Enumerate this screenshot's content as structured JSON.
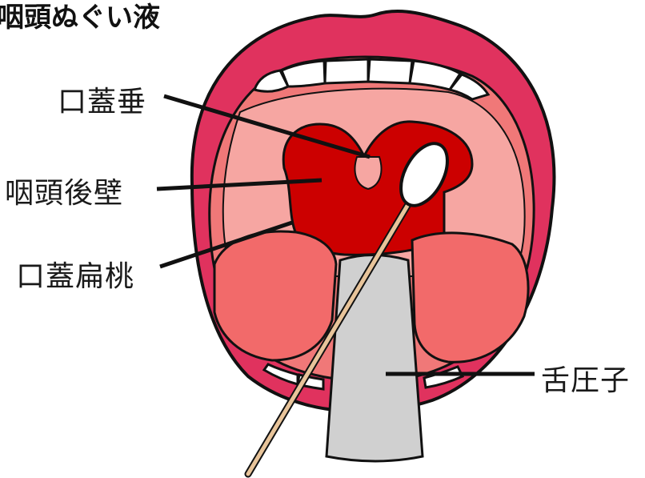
{
  "title": "咽頭ぬぐい液",
  "labels": {
    "uvula": "口蓋垂",
    "posterior_pharyngeal_wall": "咽頭後壁",
    "palatine_tonsil": "口蓋扁桃",
    "tongue_depressor": "舌圧子"
  },
  "colors": {
    "lips": "#e0325e",
    "oral_cavity": "#f07878",
    "palate": "#f6a6a2",
    "pharynx": "#cc0000",
    "tonsils": "#f26a6a",
    "teeth": "#ffffff",
    "tongue_depressor": "#d0d0d0",
    "swab_stick": "#e8c49a"
  }
}
